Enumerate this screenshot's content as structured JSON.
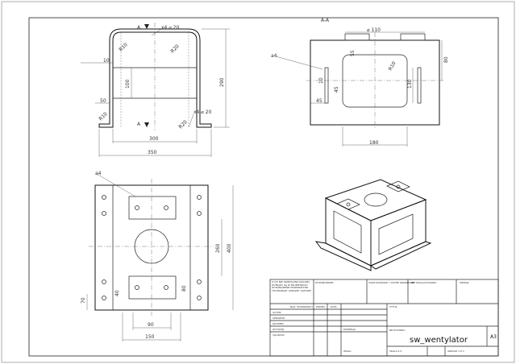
{
  "front_view": {
    "section_marker": "A",
    "hole_note_top": "x4 ⌀ 20",
    "hole_note_bottom": "x4 ⌀ 20",
    "radius_left": "R10",
    "radius_right": "R20",
    "radius_bottom_left": "R10",
    "radius_bottom_right": "R20",
    "dim_height_100": "100",
    "dim_height_290": "290",
    "dim_10": "10",
    "dim_50": "50",
    "dim_width_300": "300",
    "dim_width_350": "350"
  },
  "section_view": {
    "title": "A-A",
    "weld_note": "a4",
    "dim_dia_110": "⌀ 110",
    "dim_55": "55",
    "dim_80": "80",
    "dim_r10": "R10",
    "dim_10": "10",
    "dim_45_v": "45",
    "dim_45_h": "45",
    "dim_130": "130",
    "dim_180": "180"
  },
  "top_view": {
    "weld_note": "a4",
    "dim_260": "260",
    "dim_400": "400",
    "dim_40": "40",
    "dim_80": "80",
    "dim_70": "70",
    "dim_90": "90",
    "dim_150": "150"
  },
  "title_block": {
    "general_note": "O ILE NIE OKREŚLONO INACZEJ: WYMIARY SĄ W MILIMETRACH WYKOŃCZENIE POWIERZCHNI: TOLERANCJE: LINIOWE: KĄTOWE:",
    "finish_label": "WYKOŃCZENIE:",
    "no_scale_label": "NIE SKALUJ RYSUNKU",
    "deburr_label": "USUŃ ZADZIORY I OSTRE KRAWĘDZIE",
    "revision_label": "WERSJA",
    "table_headers": [
      "NAZ. WYKONAWCY",
      "PODPIS",
      "DATA"
    ],
    "row_labels": [
      "AUTOR",
      "SPRAWDZ.",
      "ZATWIER.",
      "WYTWOR.",
      "CJŁAKOŚĆ"
    ],
    "title_label": "TYTUŁ:",
    "material_label": "MATERIAŁ:",
    "drawing_no_label": "NR RYSUNKU",
    "drawing_name": "sw_wentylator",
    "sheet_size": "A3",
    "weight_label": "WAGA:",
    "scale_label": "SKALA:1:5",
    "sheet_label": "ARKUSZ 1 Z 1"
  }
}
